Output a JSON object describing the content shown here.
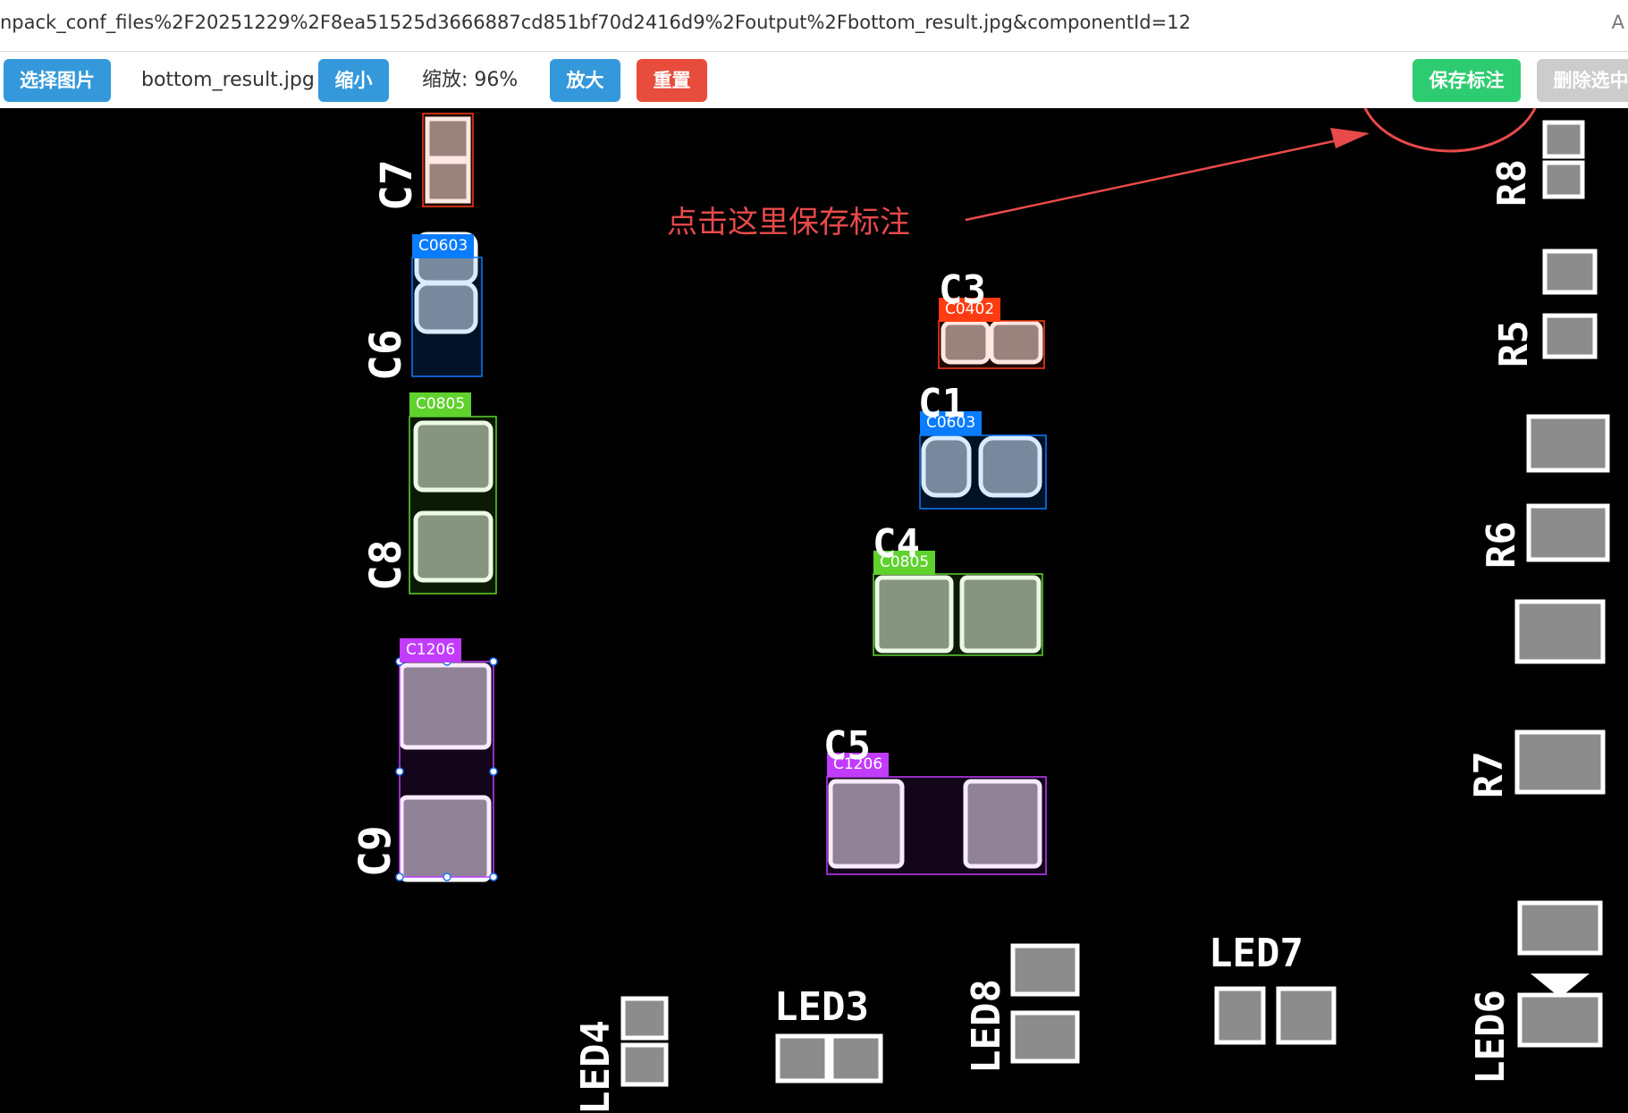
{
  "address_bar": {
    "url": "npack_conf_files%2F20251229%2F8ea51525d3666887cd851bf70d2416d9%2Foutput%2Fbottom_result.jpg&componentId=12",
    "right_text": "A"
  },
  "toolbar": {
    "select_image": "选择图片",
    "filename": "bottom_result.jpg",
    "zoom_out": "缩小",
    "zoom_label": "缩放: 96%",
    "zoom_in": "放大",
    "reset": "重置",
    "save": "保存标注",
    "delete_selected": "删除选中"
  },
  "annotation": {
    "text": "点击这里保存标注",
    "color": "#e84a4a"
  },
  "boxes": [
    {
      "label": "C0603",
      "color": "#0a7cff"
    },
    {
      "label": "C0402",
      "color": "#ff3b12"
    },
    {
      "label": "C0805",
      "color": "#5fd22d"
    },
    {
      "label": "C0603",
      "color": "#0a7cff"
    },
    {
      "label": "C0805",
      "color": "#5fd22d"
    },
    {
      "label": "C1206",
      "color": "#c13cff"
    },
    {
      "label": "C1206",
      "color": "#c13cff"
    }
  ],
  "silkscreen": [
    "C7",
    "C6",
    "C8",
    "C9",
    "C3",
    "C1",
    "C4",
    "C5",
    "R8",
    "R5",
    "R6",
    "R7",
    "LED4",
    "LED3",
    "LED8",
    "LED7",
    "LED6"
  ]
}
